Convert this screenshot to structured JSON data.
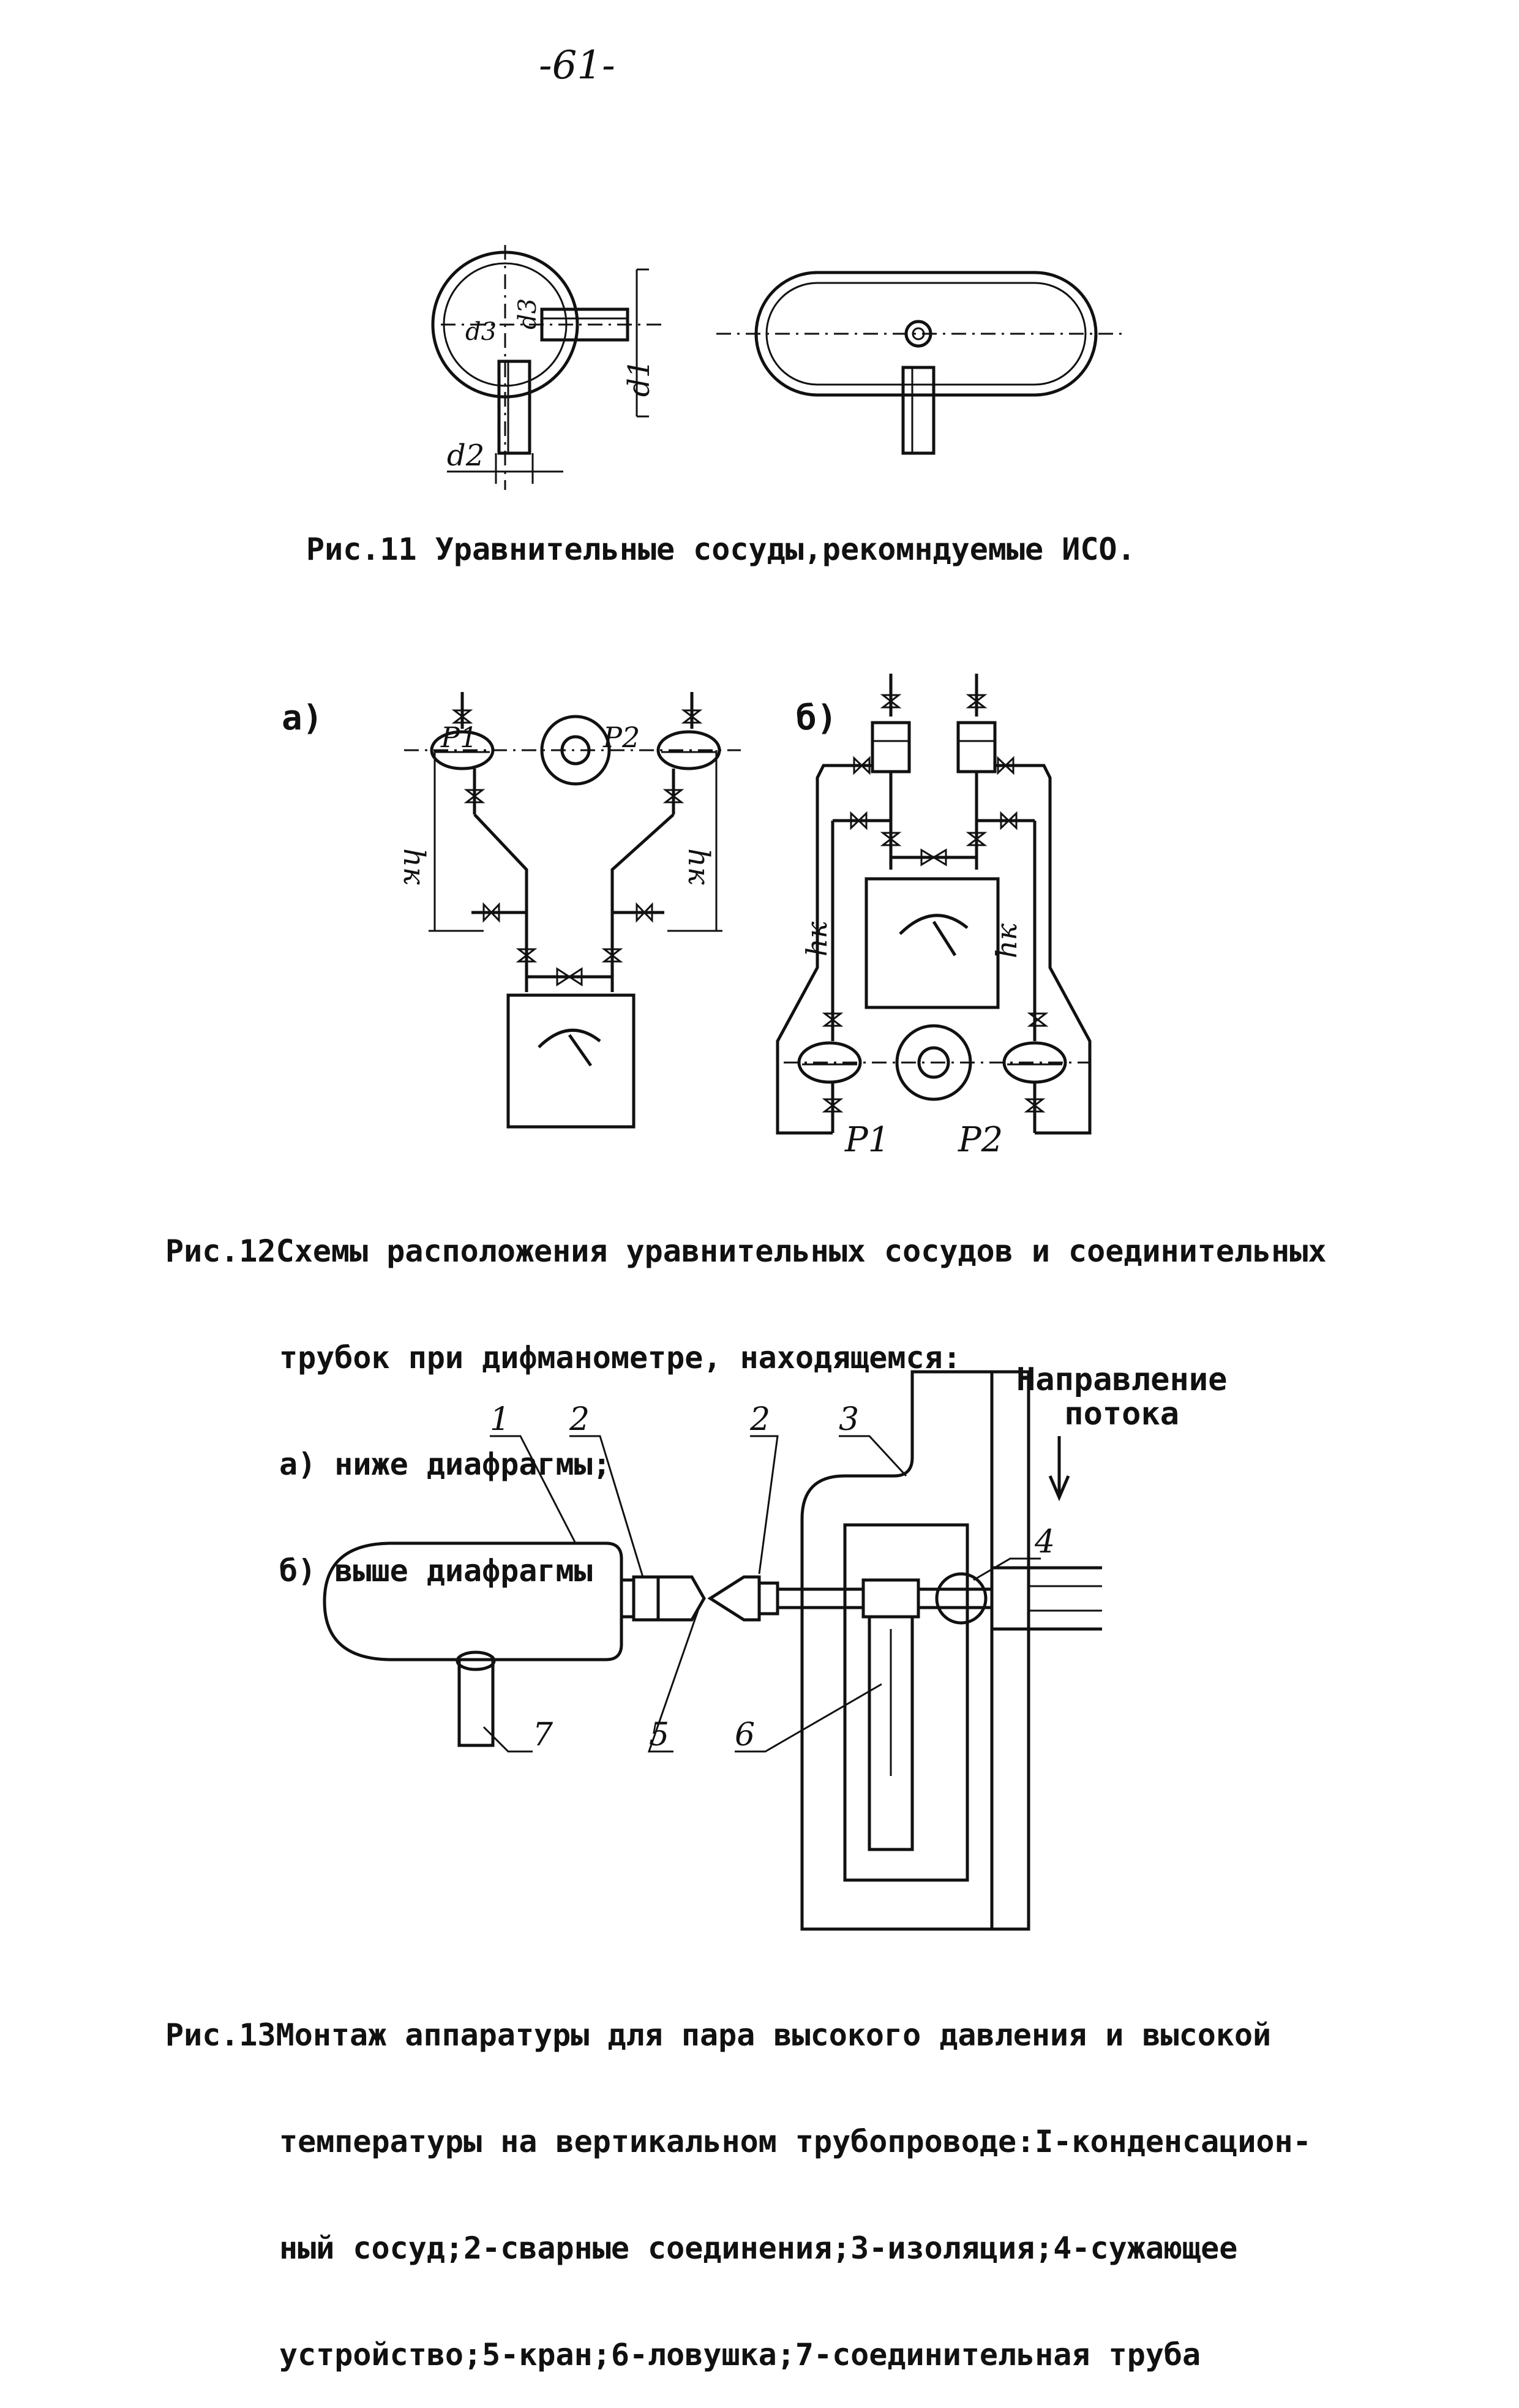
{
  "page_number": "-61-",
  "fig11": {
    "labels": {
      "d1": "d1",
      "d2": "d2",
      "d3": "d3",
      "d3b": "d3"
    },
    "caption_num": "Рис.11",
    "caption_text": "Уравнительные сосуды,рекомндуемые ИСО."
  },
  "fig12": {
    "label_a": "а)",
    "label_b": "б)",
    "p1": "P1",
    "p2": "P2",
    "hk": "hк",
    "caption_num": "Рис.12",
    "caption_lines": [
      "Схемы расположения уравнительных сосудов и соединительных",
      "трубок при дифманометре, находящемся:",
      "а) ниже диафрагмы;",
      "б) выше диафрагмы"
    ]
  },
  "fig13": {
    "flow_label": "Направление\nпотока",
    "callouts": [
      "1",
      "2",
      "2",
      "3",
      "4",
      "5",
      "6",
      "7"
    ],
    "caption_num": "Рис.13",
    "caption_lines": [
      "Монтаж аппаратуры для пара высокого давления и высокой",
      "температуры на вертикальном трубопроводе:I-конденсацион-",
      "ный сосуд;2-сварные соединения;3-изоляция;4-сужающее",
      "устройство;5-кран;6-ловушка;7-соединительная труба"
    ]
  }
}
